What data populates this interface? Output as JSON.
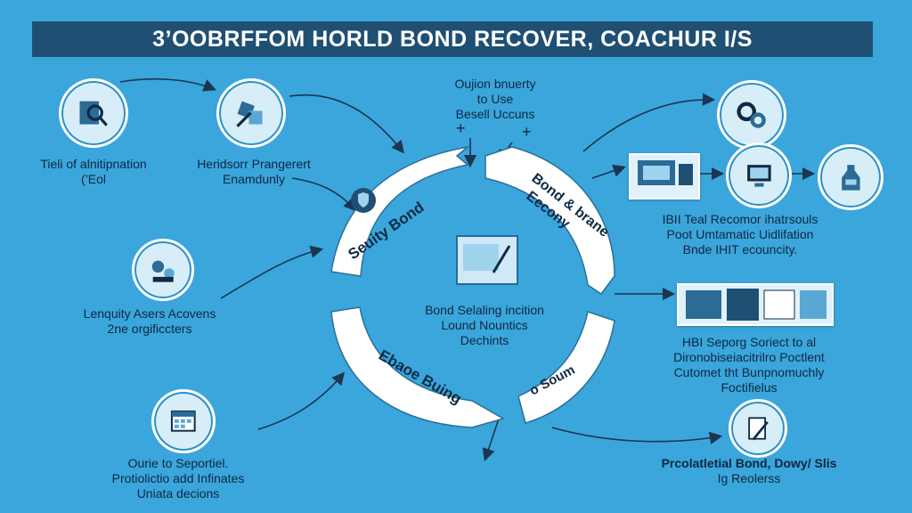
{
  "title": "3’OOBRFFOM HORLD BOND RECOVER, COACHUR I/S",
  "top_center": {
    "lines": [
      "Oujion bnuerty",
      "to Use",
      "Besell Uccuns"
    ],
    "plus": "+"
  },
  "segments": {
    "top_left": "Seuity Bond",
    "top_right_1": "Bond & brane",
    "top_right_2": "Eecony",
    "bottom_left": "Ebaoe Buing",
    "bottom_right": "o Soum"
  },
  "center": {
    "lines": [
      "Bond Selaling incition",
      "Lound Nountics",
      "Dechints"
    ]
  },
  "left": {
    "item1": {
      "lines": [
        "Tieli of alnitipnation",
        "(’Eol"
      ]
    },
    "item2": {
      "lines": [
        "Heridsorr Prangerert",
        "Enamdunly"
      ]
    },
    "item3": {
      "lines": [
        "Lenquity Asers Acovens",
        "2ne orgificcters"
      ]
    },
    "item4": {
      "lines": [
        "Ourie to Seportiel.",
        "Protiolictio add Infinates",
        "Uniata decions"
      ]
    }
  },
  "right": {
    "item1": {
      "lines": [
        "IBII Teal Recomor ihatrsouls",
        "Poot Umtamatic Uidlifation",
        "Bnde IHIT ecouncity."
      ]
    },
    "item2": {
      "lines": [
        "HBI Seporg Soriect to al",
        "Dironobiseiacitrilro Poctlent",
        "Cutomet tht Bunpnomuchly",
        "Foctifielus"
      ]
    },
    "item3": {
      "lines": [
        "Prcolatletial Bond, Dowy/ Slis",
        "Ig Reolerss"
      ]
    }
  },
  "icons": {
    "tl1": "magnifier-document-icon",
    "tl2": "puzzle-tools-icon",
    "tr1": "gears-icon",
    "left3": "machine-gears-icon",
    "left4": "calendar-icon",
    "rt1": "monitor-icon",
    "rt2": "computer-icon",
    "rt3": "bottle-icon",
    "rt4": "documents-icon",
    "center": "screen-tool-icon",
    "shield": "shield-icon"
  },
  "colors": {
    "background": "#3aa6dc",
    "banner": "#1f4f72",
    "segment": "#ffffff",
    "text": "#10273f"
  }
}
